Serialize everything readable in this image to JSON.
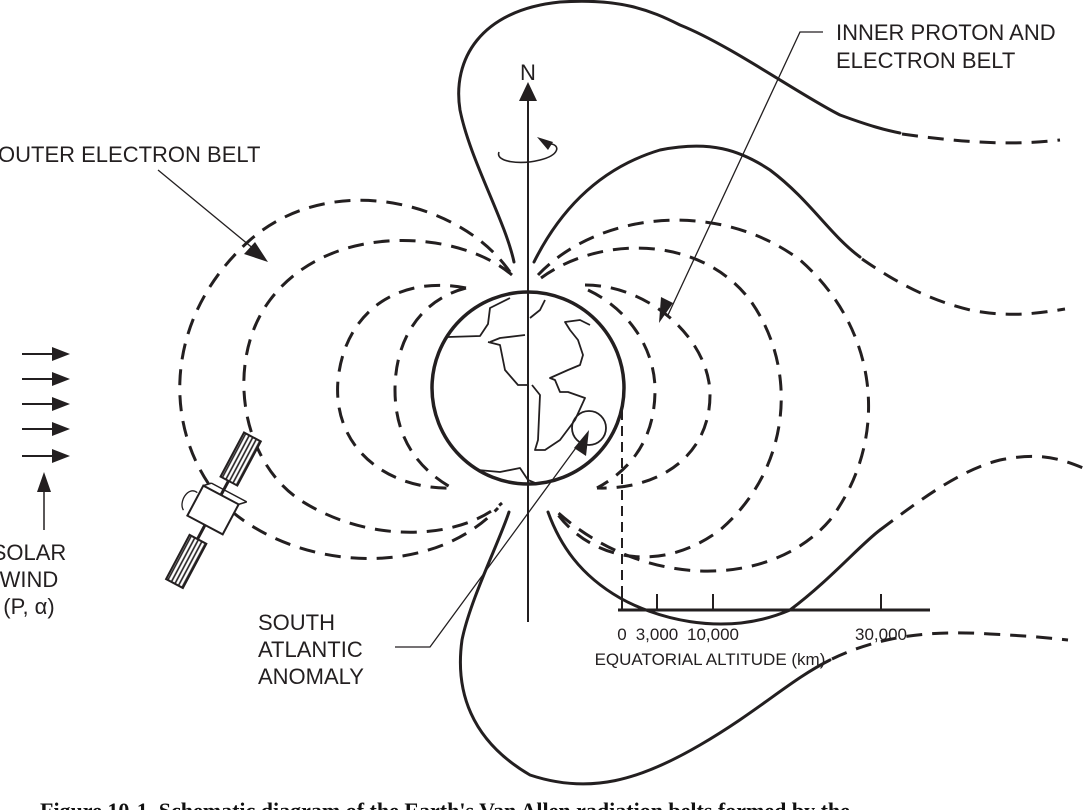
{
  "figure": {
    "caption": "Figure 10-1. Schematic diagram of the Earth's Van Allen radiation belts formed by the",
    "line_color": "#231f20",
    "background": "#ffffff"
  },
  "labels": {
    "north": "N",
    "inner_belt_line1": "INNER PROTON AND",
    "inner_belt_line2": "ELECTRON BELT",
    "outer_belt": "OUTER ELECTRON BELT",
    "solar_wind_line1": "SOLAR",
    "solar_wind_line2": "WIND",
    "solar_wind_line3": "(P, α)",
    "saa_line1": "SOUTH",
    "saa_line2": "ATLANTIC",
    "saa_line3": "ANOMALY"
  },
  "altitude_scale": {
    "title": "EQUATORIAL ALTITUDE (km)",
    "unit": "km",
    "ticks": [
      {
        "value": 0,
        "label": "0"
      },
      {
        "value": 3000,
        "label": "3,000"
      },
      {
        "value": 10000,
        "label": "10,000"
      },
      {
        "value": 30000,
        "label": "30,000"
      }
    ]
  },
  "elements": {
    "solar_wind_arrows": 5,
    "icons": [
      "earth-globe-icon",
      "satellite-icon",
      "rotation-arrow-icon",
      "north-axis-arrow-icon"
    ]
  }
}
